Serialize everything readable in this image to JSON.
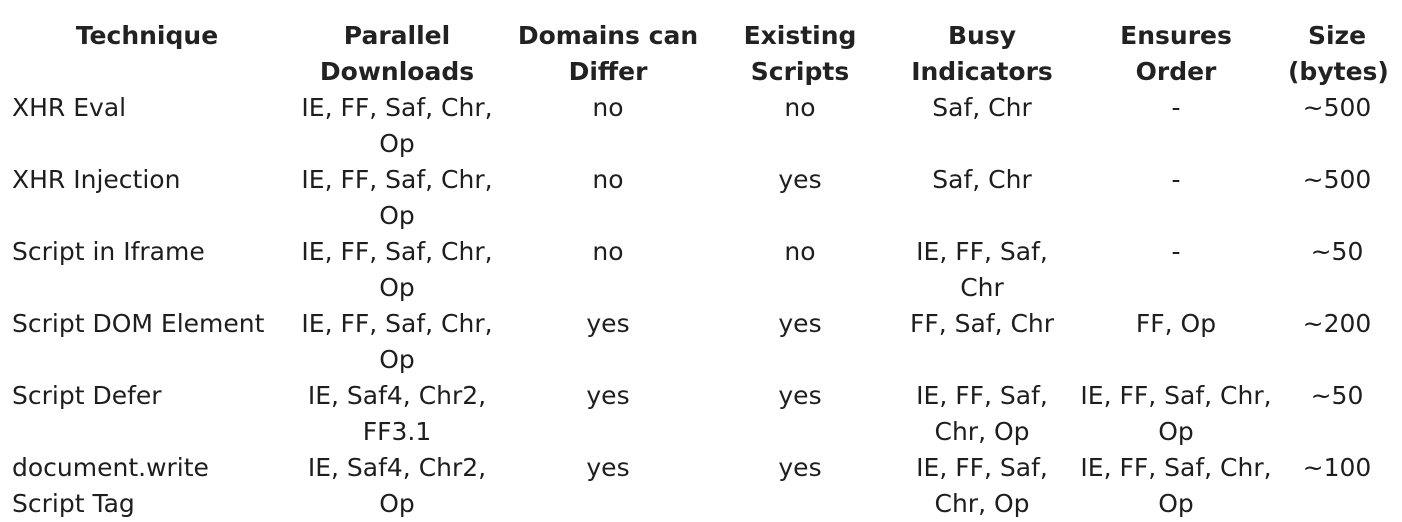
{
  "table": {
    "headers": [
      "Technique",
      "Parallel Downloads",
      "Domains can Differ",
      "Existing Scripts",
      "Busy Indicators",
      "Ensures Order",
      "Size (bytes)"
    ],
    "rows": [
      [
        "XHR Eval",
        "IE, FF, Saf, Chr, Op",
        "no",
        "no",
        "Saf, Chr",
        "-",
        "~500"
      ],
      [
        "XHR Injection",
        "IE, FF, Saf, Chr, Op",
        "no",
        "yes",
        "Saf, Chr",
        "-",
        "~500"
      ],
      [
        "Script in Iframe",
        "IE, FF, Saf, Chr, Op",
        "no",
        "no",
        "IE, FF, Saf, Chr",
        "-",
        "~50"
      ],
      [
        "Script DOM Element",
        "IE, FF, Saf, Chr, Op",
        "yes",
        "yes",
        "FF, Saf, Chr",
        "FF, Op",
        "~200"
      ],
      [
        "Script Defer",
        "IE, Saf4, Chr2, FF3.1",
        "yes",
        "yes",
        "IE, FF, Saf, Chr, Op",
        "IE, FF, Saf, Chr, Op",
        "~50"
      ],
      [
        "document.write Script Tag",
        "IE, Saf4, Chr2, Op",
        "yes",
        "yes",
        "IE, FF, Saf, Chr, Op",
        "IE, FF, Saf, Chr, Op",
        "~100"
      ]
    ]
  }
}
